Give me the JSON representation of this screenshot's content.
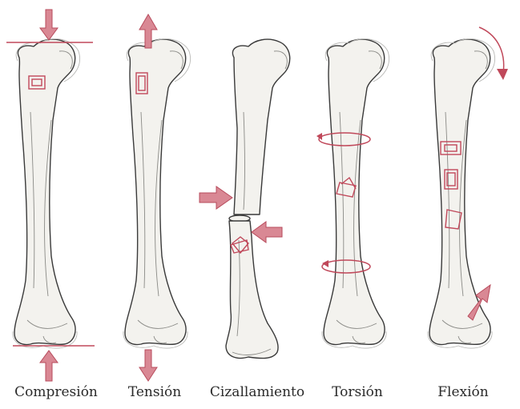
{
  "figure": {
    "panels": [
      {
        "id": "compression",
        "label": "Compresión"
      },
      {
        "id": "tension",
        "label": "Tensión"
      },
      {
        "id": "shear",
        "label": "Cizallamiento"
      },
      {
        "id": "torsion",
        "label": "Torsión"
      },
      {
        "id": "bending",
        "label": "Flexión"
      }
    ],
    "colors": {
      "bone_fill": "#f3f2ee",
      "outline": "#3a3a3a",
      "accent_red": "#c0485a",
      "arrow_fill": "#d98894"
    }
  }
}
